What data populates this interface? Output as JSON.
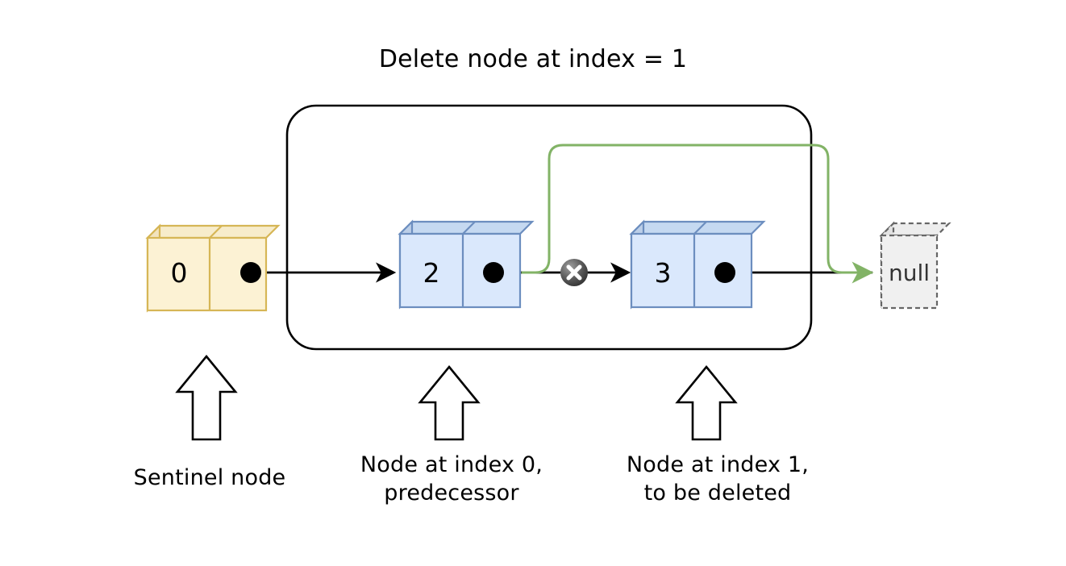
{
  "diagram": {
    "title": "Delete node at index = 1",
    "type": "linked-list-deletion",
    "nodes": [
      {
        "id": "sentinel",
        "value": "0",
        "kind": "sentinel",
        "fill": "#FCF2D4",
        "stroke": "#D6B656"
      },
      {
        "id": "node0",
        "value": "2",
        "kind": "data",
        "fill": "#DAE8FC",
        "stroke": "#6C8EBF"
      },
      {
        "id": "node1",
        "value": "3",
        "kind": "data",
        "fill": "#DAE8FC",
        "stroke": "#6C8EBF"
      },
      {
        "id": "terminator",
        "value": "null",
        "kind": "null",
        "fill": "#F0F0F0",
        "stroke": "#666666"
      }
    ],
    "captions": [
      {
        "id": "sentinel",
        "text": "Sentinel node"
      },
      {
        "id": "node0",
        "text": "Node at index 0,\npredecessor"
      },
      {
        "id": "node1",
        "text": "Node at index 1,\nto be deleted"
      }
    ],
    "markers": {
      "delete_marker": "x-circle-icon",
      "delete_marker_color": "#4D4D4D"
    },
    "colors": {
      "rewire_link": "#82B366",
      "pointer_link": "#000000",
      "container_border": "#000000",
      "background": "#FFFFFF"
    }
  }
}
